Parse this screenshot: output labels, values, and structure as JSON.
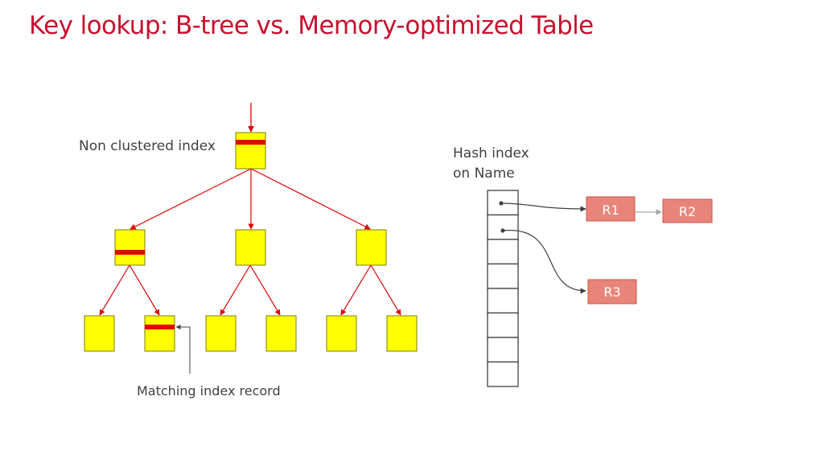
{
  "slide": {
    "title": "Key lookup: B-tree vs. Memory-optimized Table"
  },
  "btree": {
    "index_label": "Non clustered index",
    "match_label": "Matching index record"
  },
  "hash": {
    "label_line1": "Hash index",
    "label_line2": "on Name",
    "bucket_count": 8,
    "records": {
      "r1": "R1",
      "r2": "R2",
      "r3": "R3"
    }
  },
  "colors": {
    "title": "#c8102e",
    "node_fill": "#ffff00",
    "node_border": "#7f7f00",
    "highlight_bar": "#e00000",
    "tree_arrow": "#e00000",
    "record_fill": "#e8857a",
    "record_border": "#d0534a",
    "text": "#404040"
  }
}
